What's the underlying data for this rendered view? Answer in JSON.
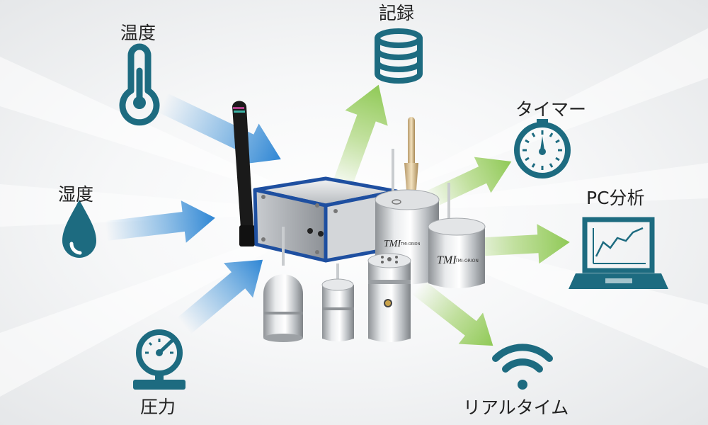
{
  "inputs": {
    "temperature": {
      "label": "温度",
      "icon": "thermometer-icon"
    },
    "humidity": {
      "label": "湿度",
      "icon": "water-drop-icon"
    },
    "pressure": {
      "label": "圧力",
      "icon": "pressure-gauge-icon"
    }
  },
  "outputs": {
    "record": {
      "label": "記録",
      "icon": "database-icon"
    },
    "timer": {
      "label": "タイマー",
      "icon": "clock-icon"
    },
    "pc_analysis": {
      "label": "PC分析",
      "icon": "laptop-chart-icon"
    },
    "realtime": {
      "label": "リアルタイム",
      "icon": "wifi-icon"
    }
  },
  "products": {
    "logger_brand": "TMI",
    "logger_sub": "TMI-ORION"
  },
  "colors": {
    "icon": "#1d6b80",
    "input_arrow": "#3a8fd6",
    "output_arrow": "#9ccf60",
    "device_frame": "#1e4fa0"
  }
}
